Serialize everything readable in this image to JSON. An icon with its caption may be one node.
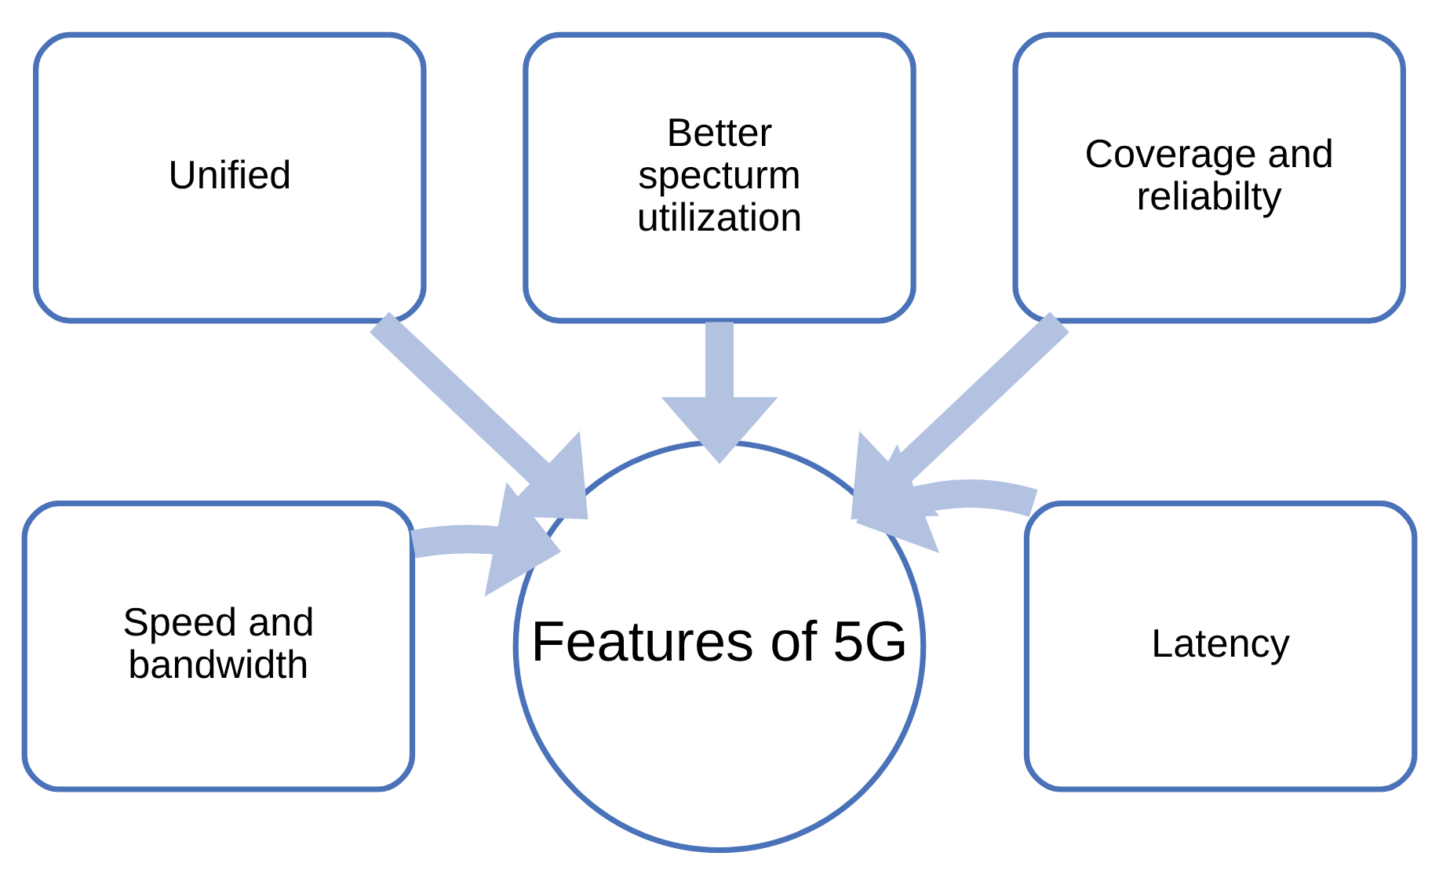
{
  "diagram": {
    "nodes": [
      {
        "text": [
          "Better specturm utilization"
        ]
      },
      {
        "text": [
          "Unified"
        ]
      },
      {
        "text": [
          "Coverage and reliabilty"
        ]
      },
      {
        "text": [
          "Speed and bandwidth"
        ]
      },
      {
        "text": [
          "Features of 5G"
        ]
      },
      {
        "text": [
          "Latency"
        ]
      }
    ],
    "edges": [
      {
        "from": 1,
        "to": 4,
        "arrow": "to"
      },
      {
        "from": 0,
        "to": 4,
        "arrow": "to"
      },
      {
        "from": 2,
        "to": 4,
        "arrow": "to"
      },
      {
        "from": 3,
        "to": 4,
        "arrow": "to"
      },
      {
        "from": 5,
        "to": 4,
        "arrow": "to"
      }
    ]
  }
}
